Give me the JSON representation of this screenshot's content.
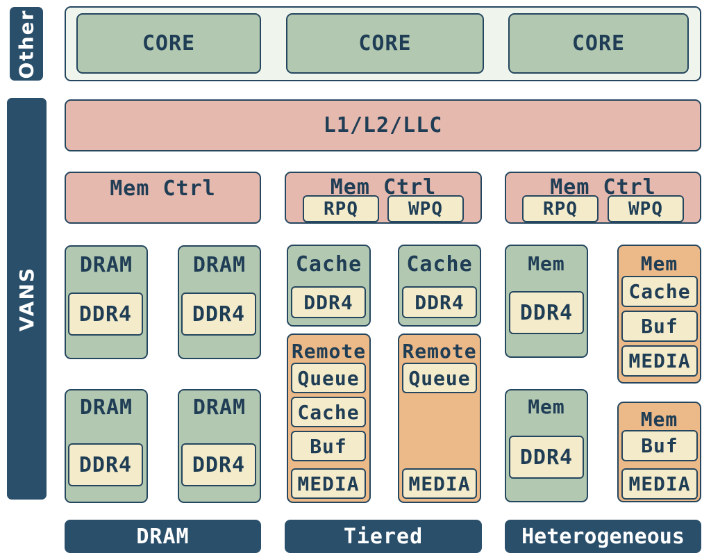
{
  "side_labels": {
    "other": "Other",
    "vans": "VANS"
  },
  "cores": [
    "CORE",
    "CORE",
    "CORE"
  ],
  "cache_hierarchy": "L1/L2/LLC",
  "mem_ctrl": {
    "label": "Mem Ctrl",
    "rpq": "RPQ",
    "wpq": "WPQ"
  },
  "dram_section": {
    "module_label": "DRAM",
    "chip_label": "DDR4"
  },
  "tiered_section": {
    "cache_label": "Cache",
    "chip_label": "DDR4",
    "remote_label": "Remote",
    "queue_label": "Queue",
    "cache_sub": "Cache",
    "buf_label": "Buf",
    "media_label": "MEDIA"
  },
  "hetero_section": {
    "mem_label": "Mem",
    "chip_label": "DDR4",
    "cache_sub": "Cache",
    "buf_label": "Buf",
    "media_label": "MEDIA"
  },
  "footer": [
    "DRAM",
    "Tiered",
    "Heterogeneous"
  ]
}
